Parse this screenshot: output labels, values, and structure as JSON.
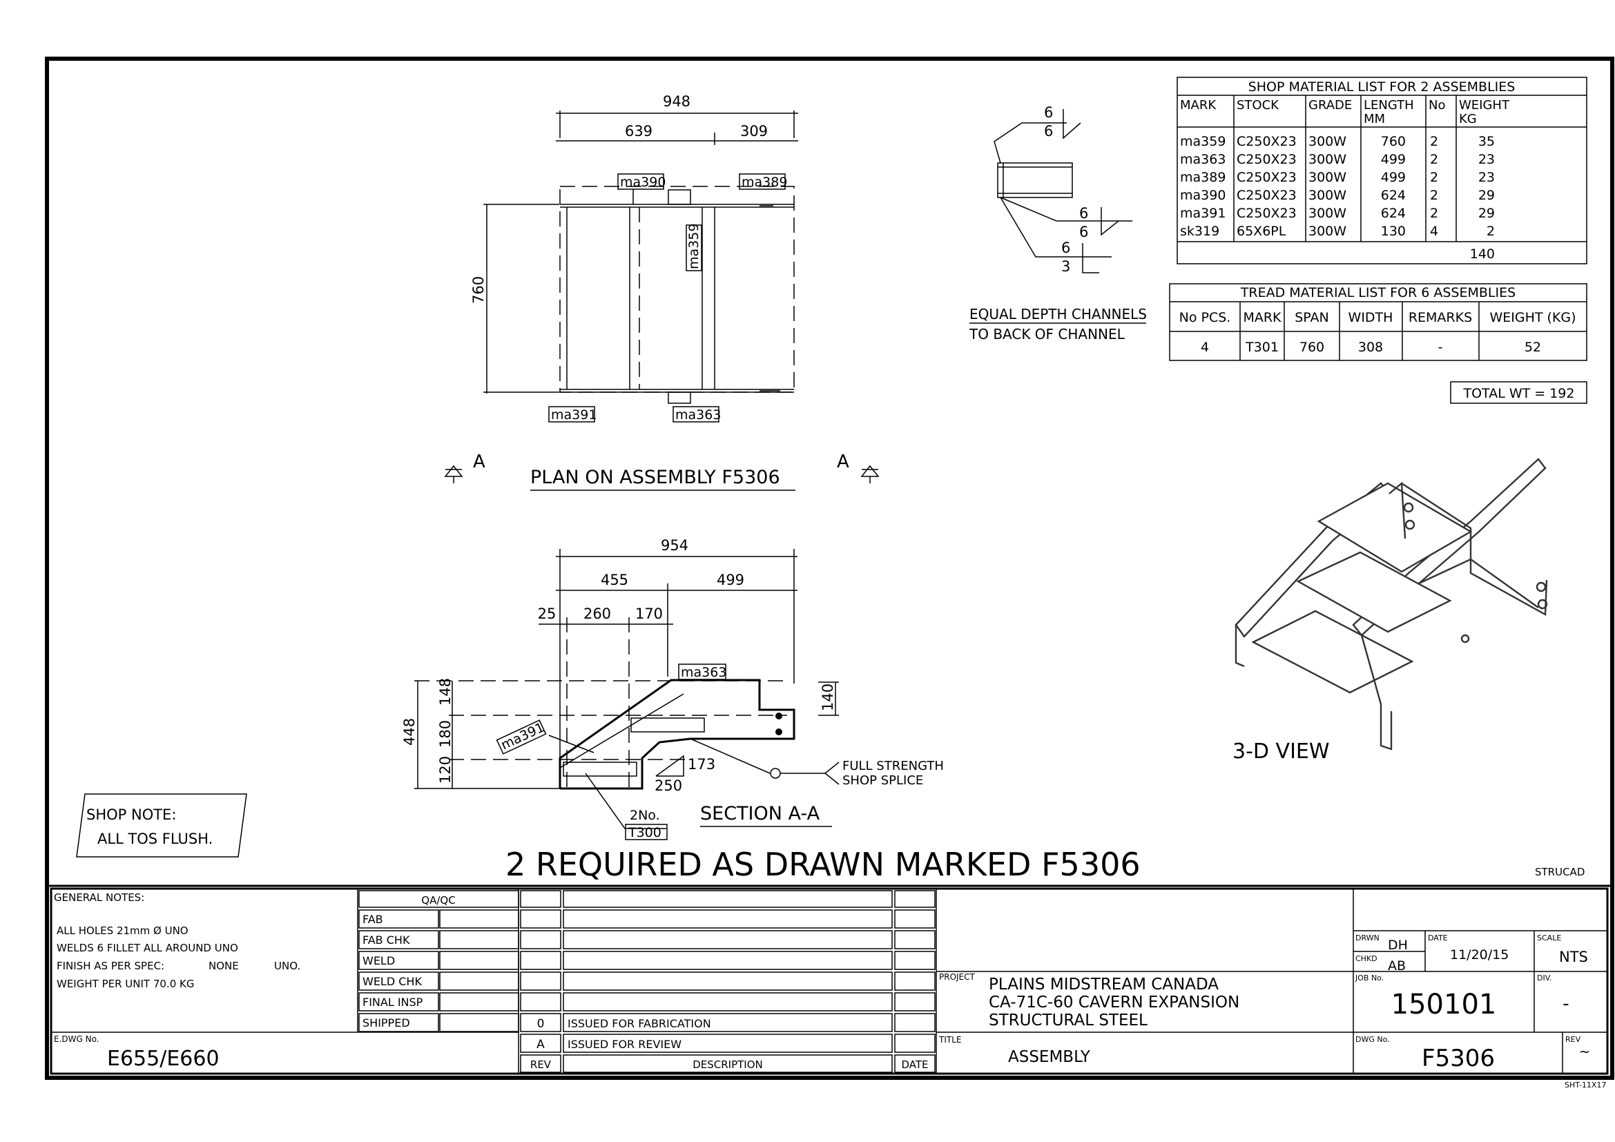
{
  "plan": {
    "dim_total": "948",
    "dim_left": "639",
    "dim_right": "309",
    "dim_height": "760",
    "mark_390": "ma390",
    "mark_389": "ma389",
    "mark_359": "ma359",
    "mark_391": "ma391",
    "mark_363": "ma363",
    "section_marker": "A",
    "title": "PLAN ON ASSEMBLY F5306"
  },
  "weld_detail": {
    "w1": "6",
    "w2": "6",
    "w3": "6",
    "w4": "6",
    "w5": "6",
    "w6": "3",
    "note_line1": "EQUAL DEPTH CHANNELS",
    "note_line2": "TO BACK OF CHANNEL"
  },
  "shop_list": {
    "title": "SHOP MATERIAL LIST FOR 2 ASSEMBLIES",
    "headers": [
      "MARK",
      "STOCK",
      "GRADE",
      "LENGTH",
      "No",
      "WEIGHT"
    ],
    "header_units": [
      "",
      "",
      "",
      "MM",
      "",
      "KG"
    ],
    "rows": [
      [
        "ma359",
        "C250X23",
        "300W",
        "760",
        "2",
        "35"
      ],
      [
        "ma363",
        "C250X23",
        "300W",
        "499",
        "2",
        "23"
      ],
      [
        "ma389",
        "C250X23",
        "300W",
        "499",
        "2",
        "23"
      ],
      [
        "ma390",
        "C250X23",
        "300W",
        "624",
        "2",
        "29"
      ],
      [
        "ma391",
        "C250X23",
        "300W",
        "624",
        "2",
        "29"
      ],
      [
        "sk319",
        "65X6PL",
        "300W",
        "130",
        "4",
        "2"
      ]
    ],
    "total": "140"
  },
  "tread_list": {
    "title": "TREAD MATERIAL LIST FOR 6 ASSEMBLIES",
    "headers": [
      "No PCS.",
      "MARK",
      "SPAN",
      "WIDTH",
      "REMARKS",
      "WEIGHT (KG)"
    ],
    "row": [
      "4",
      "T301",
      "760",
      "308",
      "-",
      "52"
    ]
  },
  "total_wt": "TOTAL WT = 192",
  "section": {
    "dim_total": "954",
    "dim_455": "455",
    "dim_499": "499",
    "dim_25": "25",
    "dim_260": "260",
    "dim_170": "170",
    "dim_448": "448",
    "dim_148": "148",
    "dim_180": "180",
    "dim_120": "120",
    "dim_140": "140",
    "dim_173": "173",
    "dim_250": "250",
    "mark_363": "ma363",
    "mark_391": "ma391",
    "splice_line1": "FULL STRENGTH",
    "splice_line2": "SHOP SPLICE",
    "qty": "2No.",
    "tread_mark": "T300",
    "title": "SECTION A-A"
  },
  "view3d_title": "3-D VIEW",
  "shop_note": {
    "line1": "SHOP NOTE:",
    "line2": "ALL TOS FLUSH."
  },
  "required_text": "2 REQUIRED AS DRAWN MARKED F5306",
  "strucad": "STRUCAD",
  "general_notes": {
    "title": "GENERAL NOTES:",
    "line1": "ALL HOLES 21mm Ø UNO",
    "line2": "WELDS 6 FILLET ALL AROUND UNO",
    "line3a": "FINISH AS PER SPEC:",
    "line3b": "NONE",
    "line3c": "UNO.",
    "line4": "WEIGHT PER UNIT 70.0 KG"
  },
  "qaqc": {
    "title": "QA/QC",
    "items": [
      "FAB",
      "FAB CHK",
      "WELD",
      "WELD CHK",
      "FINAL INSP",
      "SHIPPED"
    ]
  },
  "revisions": [
    {
      "rev": "0",
      "desc": "ISSUED FOR FABRICATION"
    },
    {
      "rev": "A",
      "desc": "ISSUED FOR REVIEW"
    }
  ],
  "rev_headers": {
    "rev": "REV",
    "desc": "DESCRIPTION",
    "date": "DATE"
  },
  "edwg": {
    "label": "E.DWG No.",
    "value": "E655/E660"
  },
  "project": {
    "label": "PROJECT",
    "line1": "PLAINS MIDSTREAM CANADA",
    "line2": "CA-71C-60 CAVERN EXPANSION",
    "line3": "STRUCTURAL STEEL"
  },
  "title_block": {
    "label": "TITLE",
    "value": "ASSEMBLY"
  },
  "drawn": {
    "label": "DRWN",
    "value": "DH"
  },
  "checked": {
    "label": "CHKD",
    "value": "AB"
  },
  "date": {
    "label": "DATE",
    "value": "11/20/15"
  },
  "scale": {
    "label": "SCALE",
    "value": "NTS"
  },
  "job": {
    "label": "JOB No.",
    "value": "150101"
  },
  "div": {
    "label": "DIV.",
    "value": "-"
  },
  "dwg": {
    "label": "DWG No.",
    "value": "F5306"
  },
  "rev": {
    "label": "REV",
    "value": "~"
  },
  "sheet_size": "SHT-11X17"
}
